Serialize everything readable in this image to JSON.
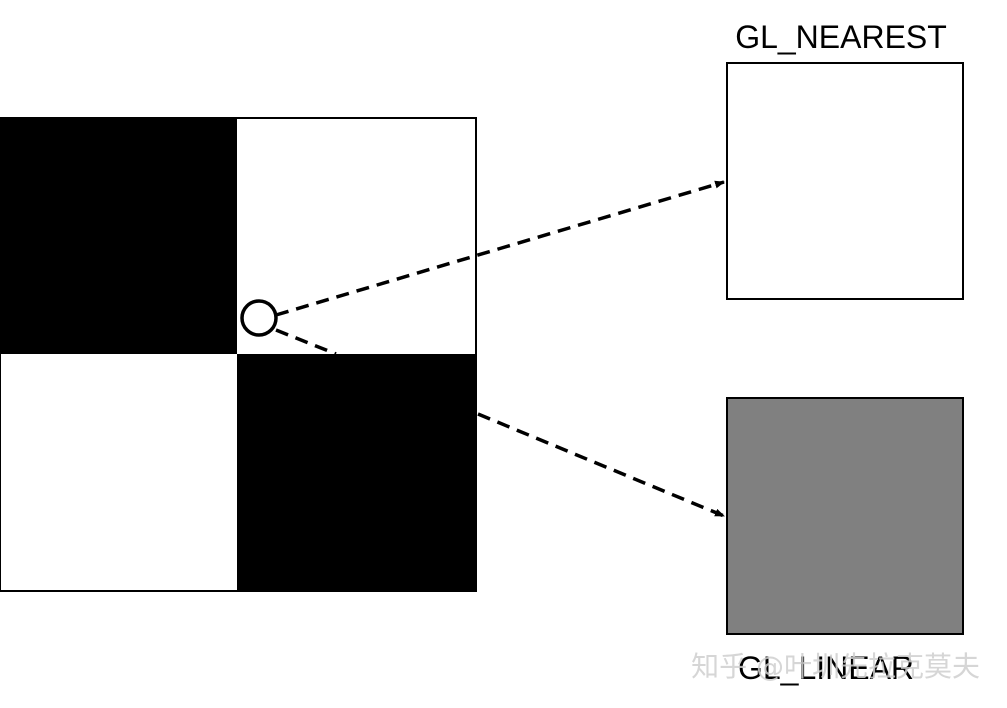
{
  "labels": {
    "nearest": "GL_NEAREST",
    "linear": "GL_LINEAR"
  },
  "watermark": {
    "text": "知乎 @叶圳先拉克莫夫"
  },
  "texture": {
    "cells": [
      {
        "row": 0,
        "col": 0,
        "color": "#000000"
      },
      {
        "row": 0,
        "col": 1,
        "color": "#ffffff"
      },
      {
        "row": 1,
        "col": 0,
        "color": "#ffffff"
      },
      {
        "row": 1,
        "col": 1,
        "color": "#000000"
      }
    ]
  },
  "results": {
    "nearest_color": "#ffffff",
    "linear_color": "#808080"
  },
  "colors": {
    "stroke": "#000000",
    "sample_point_fill": "#ffffff"
  }
}
